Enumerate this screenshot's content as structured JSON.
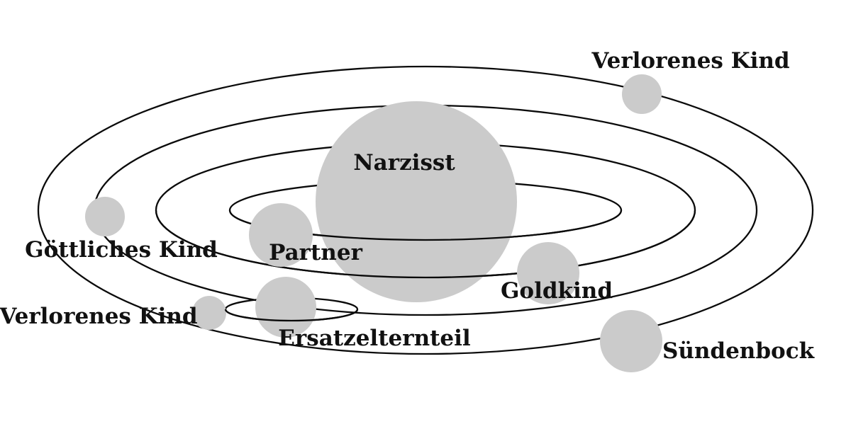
{
  "diagram": {
    "type": "solar-system-metaphor",
    "colors": {
      "background": "#ffffff",
      "line": "#0a0a0a",
      "planet_fill": "#cbcbcb",
      "text": "#111111"
    },
    "orbit_count": 4,
    "nodes": {
      "narzisst": {
        "label": "Narzisst",
        "position": "center"
      },
      "partner": {
        "label": "Partner",
        "orbit": 1
      },
      "goldkind": {
        "label": "Goldkind",
        "orbit": 2
      },
      "goettliches_kind": {
        "label": "Göttliches Kind",
        "orbit": 3
      },
      "ersatzelternteil": {
        "label": "Ersatzelternteil",
        "orbit": 3
      },
      "verlorenes_kind_bottom": {
        "label": "Verlorenes Kind",
        "orbit": "sub-orbit of ersatzelternteil"
      },
      "suendenbock": {
        "label": "Sündenbock",
        "orbit": 4
      },
      "verlorenes_kind_top": {
        "label": "Verlorenes Kind",
        "orbit": 4
      }
    }
  }
}
